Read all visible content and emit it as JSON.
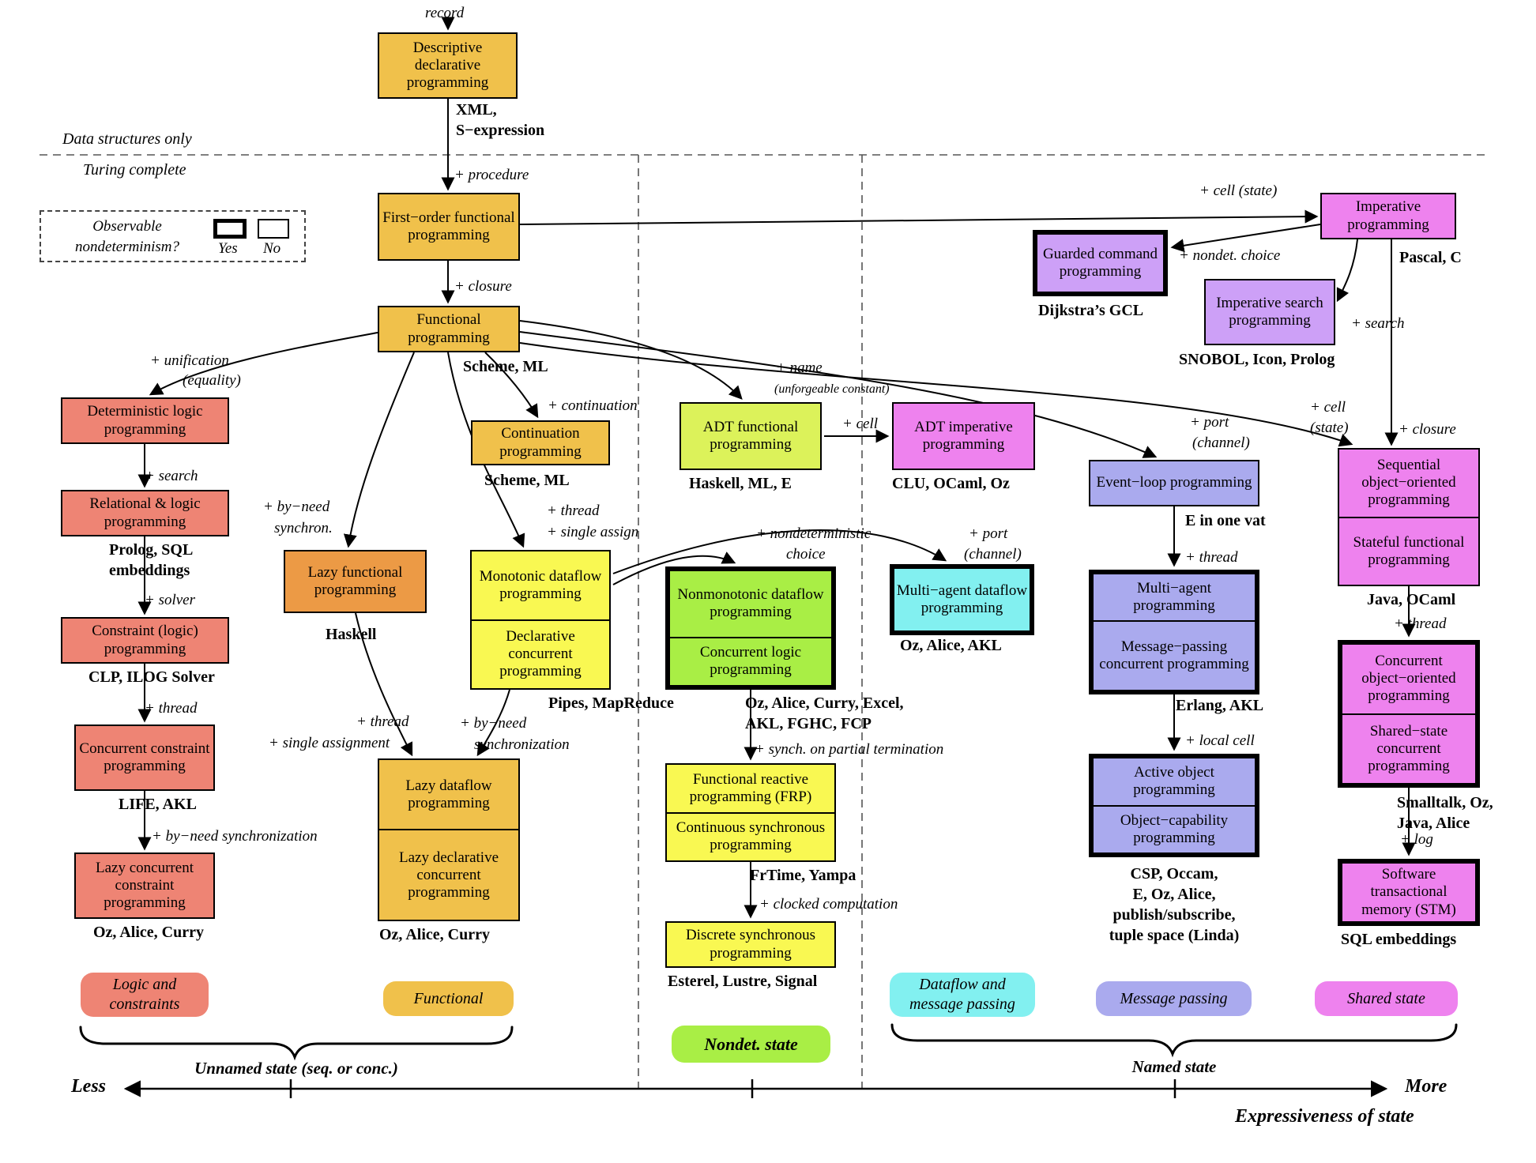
{
  "regions": {
    "top": "Data structures only",
    "bottom": "Turing complete"
  },
  "legend": {
    "question": "Observable\nnondeterminism?",
    "yes": "Yes",
    "no": "No"
  },
  "colors": {
    "gold": "#f0c14b",
    "orange": "#ec9a45",
    "salmon": "#ee8474",
    "yellow": "#f9f852",
    "yellow_green": "#dcf25a",
    "green": "#a9ee45",
    "cyan": "#82f0f0",
    "violet": "#ee82ee",
    "light_purple": "#cda0f7",
    "blue_purple": "#aaaaee"
  },
  "boxes": {
    "descriptive": "Descriptive declarative programming",
    "first_order": "First−order functional programming",
    "functional": "Functional programming",
    "continuation": "Continuation programming",
    "deterministic_logic": "Deterministic logic programming",
    "relational_logic": "Relational & logic programming",
    "constraint": "Constraint (logic) programming",
    "concurrent_constraint": "Concurrent constraint programming",
    "lazy_concurrent_constraint": "Lazy concurrent constraint programming",
    "lazy_functional": "Lazy functional programming",
    "monotonic_dataflow": {
      "top": "Monotonic dataflow programming",
      "bottom": "Declarative concurrent programming"
    },
    "lazy_dataflow": {
      "top": "Lazy dataflow programming",
      "bottom": "Lazy declarative concurrent programming"
    },
    "adt_functional": "ADT functional programming",
    "adt_imperative": "ADT imperative programming",
    "nonmonotonic_dataflow": {
      "top": "Nonmonotonic dataflow programming",
      "bottom": "Concurrent logic programming"
    },
    "multiagent_dataflow": "Multi−agent dataflow programming",
    "frp": {
      "top": "Functional reactive programming (FRP)",
      "bottom": "Continuous synchronous programming"
    },
    "discrete_synchronous": "Discrete synchronous programming",
    "guarded_command": "Guarded command programming",
    "imperative_search": "Imperative search programming",
    "imperative": "Imperative programming",
    "event_loop": "Event−loop programming",
    "message_passing": {
      "top": "Multi−agent programming",
      "bottom": "Message−passing concurrent programming"
    },
    "active_object": {
      "top": "Active object programming",
      "bottom": "Object−capability programming"
    },
    "sequential_oo": {
      "top": "Sequential object−oriented programming",
      "bottom": "Stateful functional programming"
    },
    "concurrent_oo": {
      "top": "Concurrent object−oriented programming",
      "bottom": "Shared−state concurrent programming"
    },
    "stm": "Software transactional memory (STM)"
  },
  "languages": {
    "xml": "XML,\nS−expression",
    "scheme_ml_1": "Scheme, ML",
    "scheme_ml_2": "Scheme, ML",
    "prolog_sql": "Prolog, SQL\nembeddings",
    "clp": "CLP, ILOG Solver",
    "life_akl": "LIFE, AKL",
    "oz_alice_curry_1": "Oz, Alice, Curry",
    "haskell": "Haskell",
    "pipes": "Pipes, MapReduce",
    "oz_alice_curry_2": "Oz, Alice, Curry",
    "haskell_ml_e": "Haskell, ML, E",
    "clu_ocaml_oz": "CLU, OCaml, Oz",
    "oz_excel": "Oz, Alice, Curry, Excel,\nAKL, FGHC, FCP",
    "oz_alice_akl": "Oz, Alice, AKL",
    "frtime": "FrTime, Yampa",
    "esterel": "Esterel, Lustre, Signal",
    "dijkstra": "Dijkstra’s GCL",
    "snobol": "SNOBOL, Icon, Prolog",
    "pascal_c": "Pascal, C",
    "e_one_vat": "E in one vat",
    "erlang_akl": "Erlang, AKL",
    "csp": "CSP, Occam,\nE, Oz, Alice,\npublish/subscribe,\ntuple space (Linda)",
    "java_ocaml": "Java, OCaml",
    "smalltalk": "Smalltalk, Oz,\nJava, Alice",
    "sql_embeddings": "SQL embeddings"
  },
  "edges": {
    "record": "record",
    "procedure": "+ procedure",
    "closure_1": "+ closure",
    "cell_state_top": "+ cell (state)",
    "nondet_choice": "+ nondet. choice",
    "search_imperative": "+ search",
    "unification": "+ unification",
    "equality": "(equality)",
    "search_logic": "+ search",
    "solver": "+ solver",
    "thread_constraint": "+ thread",
    "byneed_sync_full": "+ by−need synchronization",
    "continuation": "+ continuation",
    "byneed_short_1": "+ by−need",
    "byneed_short_2": "synchron.",
    "thread_dataflow": "+ thread",
    "single_assign": "+ single assign",
    "name": "+ name",
    "unforgeable": "(unforgeable constant)",
    "cell_adt": "+ cell",
    "nondeterministic_1": "+ nondeterministic",
    "nondeterministic_2": "choice",
    "port_dataflow_1": "+ port",
    "port_dataflow_2": "(channel)",
    "thread_lazy": "+ thread",
    "single_assignment": "+ single assignment",
    "byneed_lazy_1": "+ by−need",
    "byneed_lazy_2": "synchronization",
    "synch_partial": "+ synch. on partial termination",
    "clocked": "+ clocked computation",
    "port_event_1": "+ port",
    "port_event_2": "(channel)",
    "thread_event": "+ thread",
    "local_cell": "+ local cell",
    "cell_state_1": "+ cell",
    "cell_state_2": "(state)",
    "closure_2": "+ closure",
    "thread_oo": "+ thread",
    "log": "+ log"
  },
  "badges": {
    "logic": "Logic and\nconstraints",
    "functional": "Functional",
    "nondet": "Nondet. state",
    "dataflow": "Dataflow and\nmessage passing",
    "message": "Message passing",
    "shared": "Shared state"
  },
  "groups": {
    "unnamed": "Unnamed state (seq. or conc.)",
    "named": "Named state"
  },
  "axis": {
    "less": "Less",
    "more": "More",
    "expressiveness": "Expressiveness of state"
  }
}
